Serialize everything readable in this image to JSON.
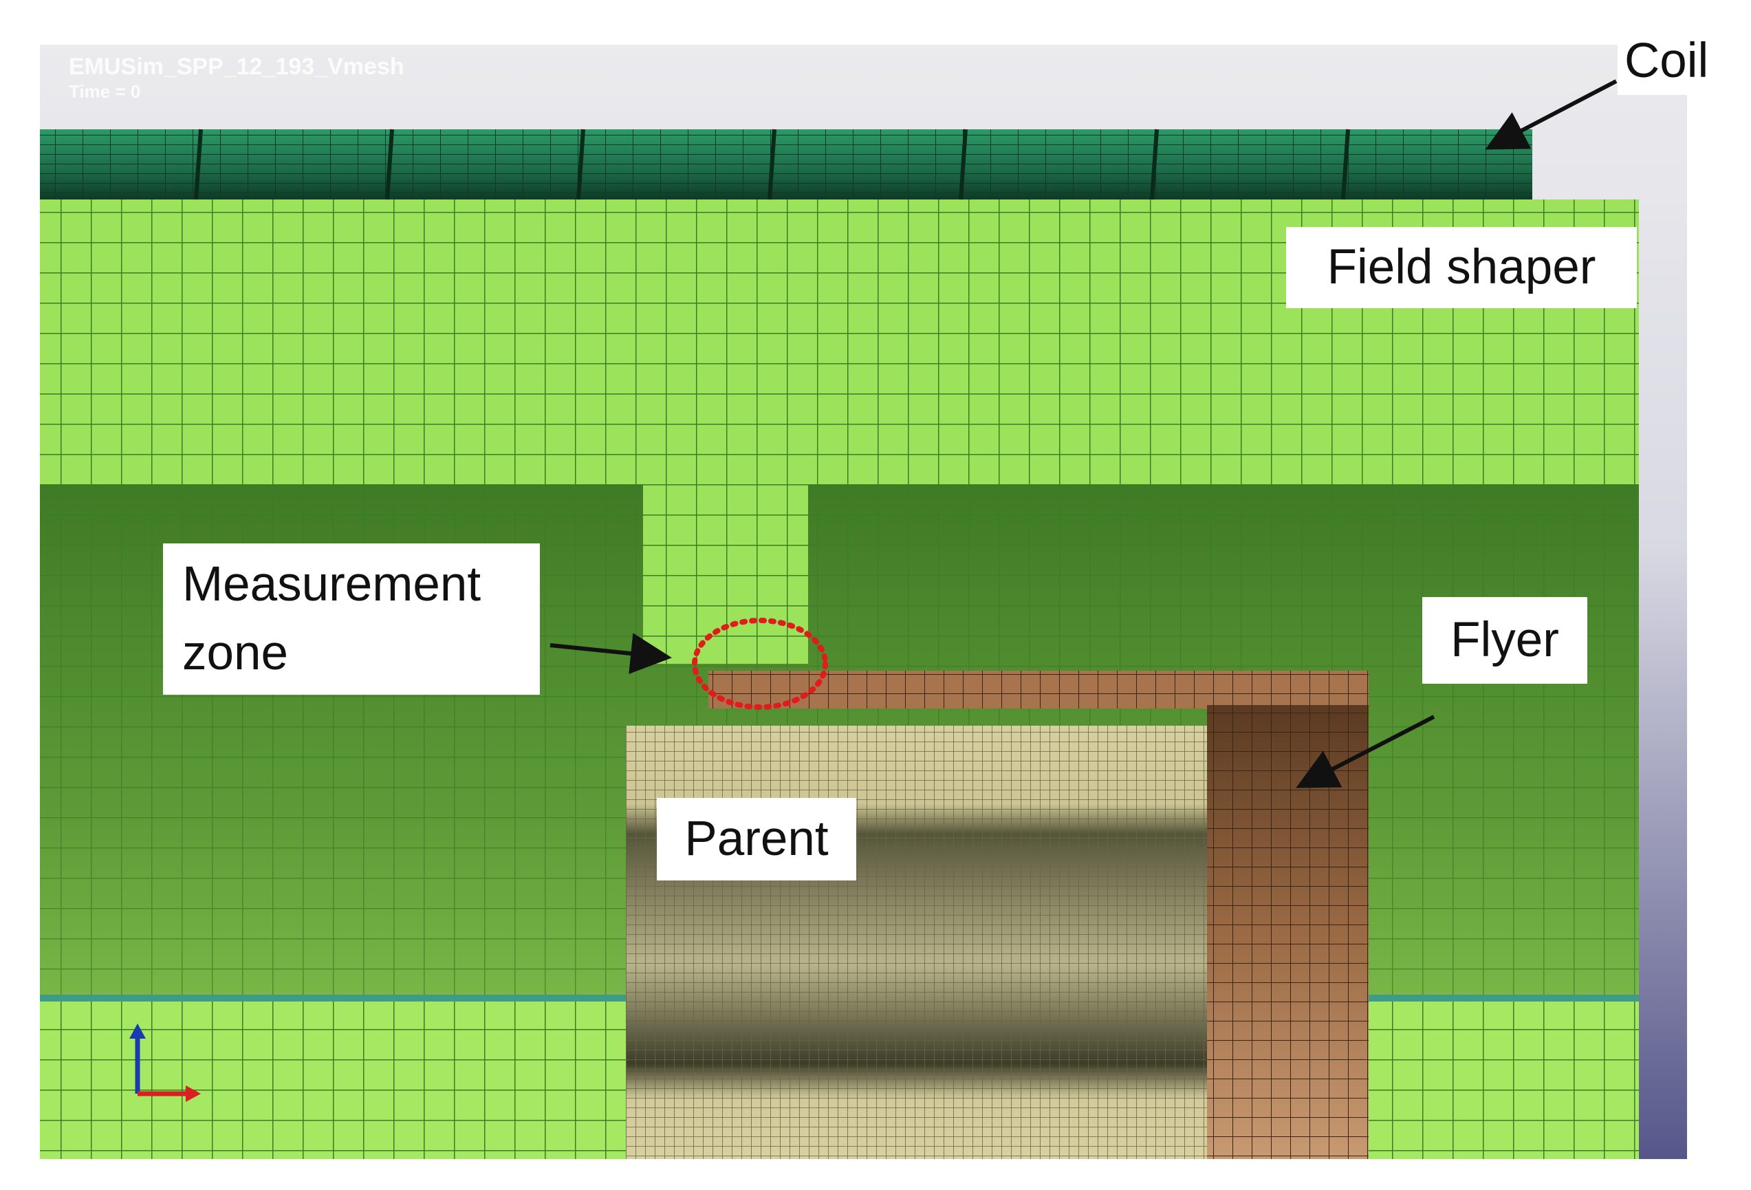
{
  "labels": {
    "coil": "Coil",
    "field_shaper": "Field shaper",
    "measurement_zone_line1": "Measurement",
    "measurement_zone_line2": "zone",
    "flyer": "Flyer",
    "parent": "Parent"
  },
  "viewport_header": {
    "title": "EMUSim_SPP_12_193_Vmesh",
    "time": "Time =         0"
  },
  "colors": {
    "background_top": "#e9e9ee",
    "background_bottom": "#5a5a8e",
    "coil": "#1f7a52",
    "field_shaper": "#9ce35a",
    "field_shaper_grid": "#3e8a26",
    "air_region": "#5c9a38",
    "parent": "#cfc79a",
    "parent_shadow": "#4a4a30",
    "flyer": "#a8744e",
    "measurement_marker": "#e02020",
    "axis_vertical": "#1a3bb0",
    "axis_horizontal": "#d82020"
  },
  "icons": {
    "axis_triad": "axis-triad-icon",
    "arrows": "arrow-icon"
  }
}
